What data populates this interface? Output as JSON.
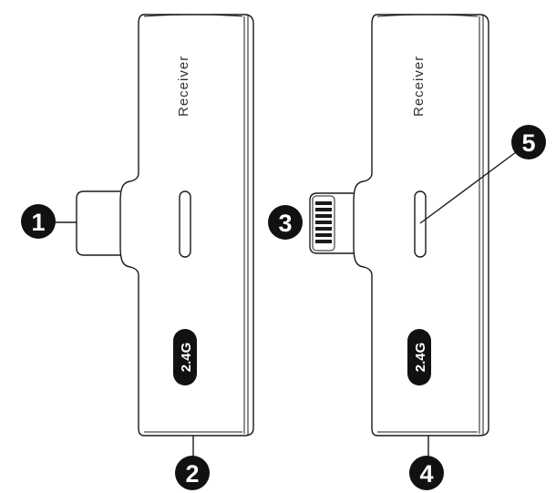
{
  "devices": [
    {
      "name": "usb-c-receiver",
      "label": "Receiver",
      "band_badge": "2.4G"
    },
    {
      "name": "lightning-receiver",
      "label": "Receiver",
      "band_badge": "2.4G"
    }
  ],
  "callouts": [
    "1",
    "2",
    "3",
    "4",
    "5"
  ],
  "colors": {
    "outline": "#1a1a1a",
    "badge": "#111111",
    "background": "#ffffff"
  }
}
